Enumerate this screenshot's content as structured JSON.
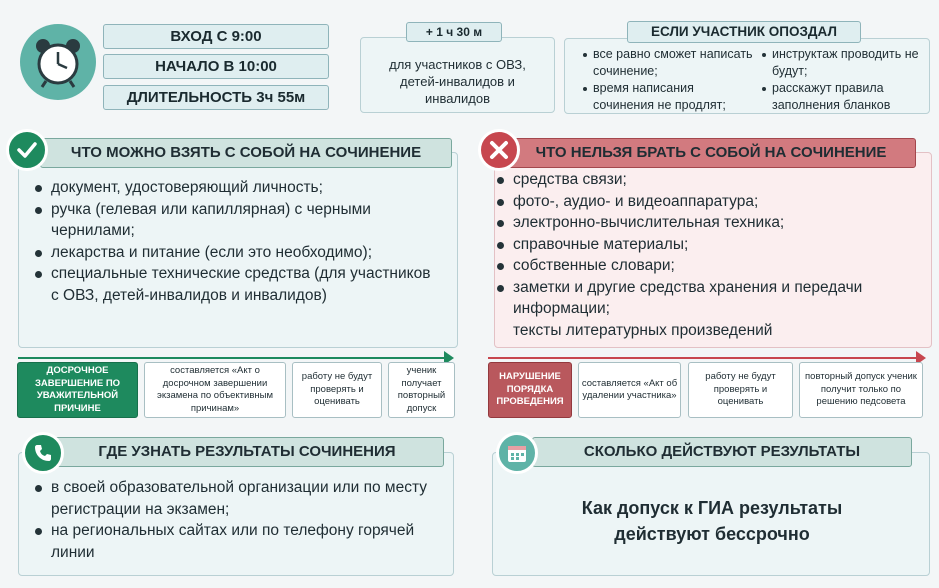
{
  "top": {
    "entry": "ВХОД С 9:00",
    "start": "НАЧАЛО В 10:00",
    "duration": "ДЛИТЕЛЬНОСТЬ 3ч 55м",
    "extra_time": "+ 1 ч 30 м",
    "extra_for": "для участников с ОВЗ, детей-инвалидов и инвалидов"
  },
  "late": {
    "title": "ЕСЛИ УЧАСТНИК ОПОЗДАЛ",
    "left": [
      "все равно сможет написать сочинение;",
      "время написания сочинения не продлят;"
    ],
    "right": [
      "инструктаж проводить не будут;",
      "расскажут правила заполнения бланков"
    ]
  },
  "allowed": {
    "title": "ЧТО МОЖНО ВЗЯТЬ С СОБОЙ НА СОЧИНЕНИЕ",
    "items": [
      "документ, удостоверяющий личность;",
      "ручка (гелевая или капиллярная) с черными чернилами;",
      "лекарства и питание (если это необходимо);",
      "специальные технические средства (для участников с ОВЗ, детей-инвалидов и инвалидов)"
    ]
  },
  "forbidden": {
    "title": "ЧТО НЕЛЬЗЯ БРАТЬ С СОБОЙ НА СОЧИНЕНИЕ",
    "items": [
      "средства связи;",
      "фото-, аудио- и видеоаппаратура;",
      "электронно-вычислительная техника;",
      "справочные материалы;",
      "собственные словари;",
      "заметки и другие средства хранения и передачи информации;"
    ],
    "last_line": "тексты литературных произведений"
  },
  "flow_left": {
    "first": "ДОСРОЧНОЕ ЗАВЕРШЕНИЕ ПО УВАЖИТЕЛЬНОЙ ПРИЧИНЕ",
    "second": "составляется «Акт о досрочном завершении экзамена по объективным причинам»",
    "third": "работу не будут проверять и оценивать",
    "fourth": "ученик получает повторный допуск"
  },
  "flow_right": {
    "first": "НАРУШЕНИЕ ПОРЯДКА ПРОВЕДЕНИЯ",
    "second": "составляется «Акт об удалении участника»",
    "third": "работу не будут проверять и оценивать",
    "fourth": "повторный допуск ученик получит только по решению педсовета"
  },
  "results": {
    "title": "ГДЕ УЗНАТЬ РЕЗУЛЬТАТЫ СОЧИНЕНИЯ",
    "items": [
      "в своей образовательной организации или по месту регистрации на экзамен;",
      "на региональных сайтах или по телефону горячей линии"
    ]
  },
  "validity": {
    "title": "СКОЛЬКО ДЕЙСТВУЮТ РЕЗУЛЬТАТЫ",
    "text": "Как допуск к ГИА результаты действуют бессрочно"
  },
  "colors": {
    "green": "#1e8a5e",
    "red": "#c7474f",
    "teal_bg": "#edf5f6"
  }
}
